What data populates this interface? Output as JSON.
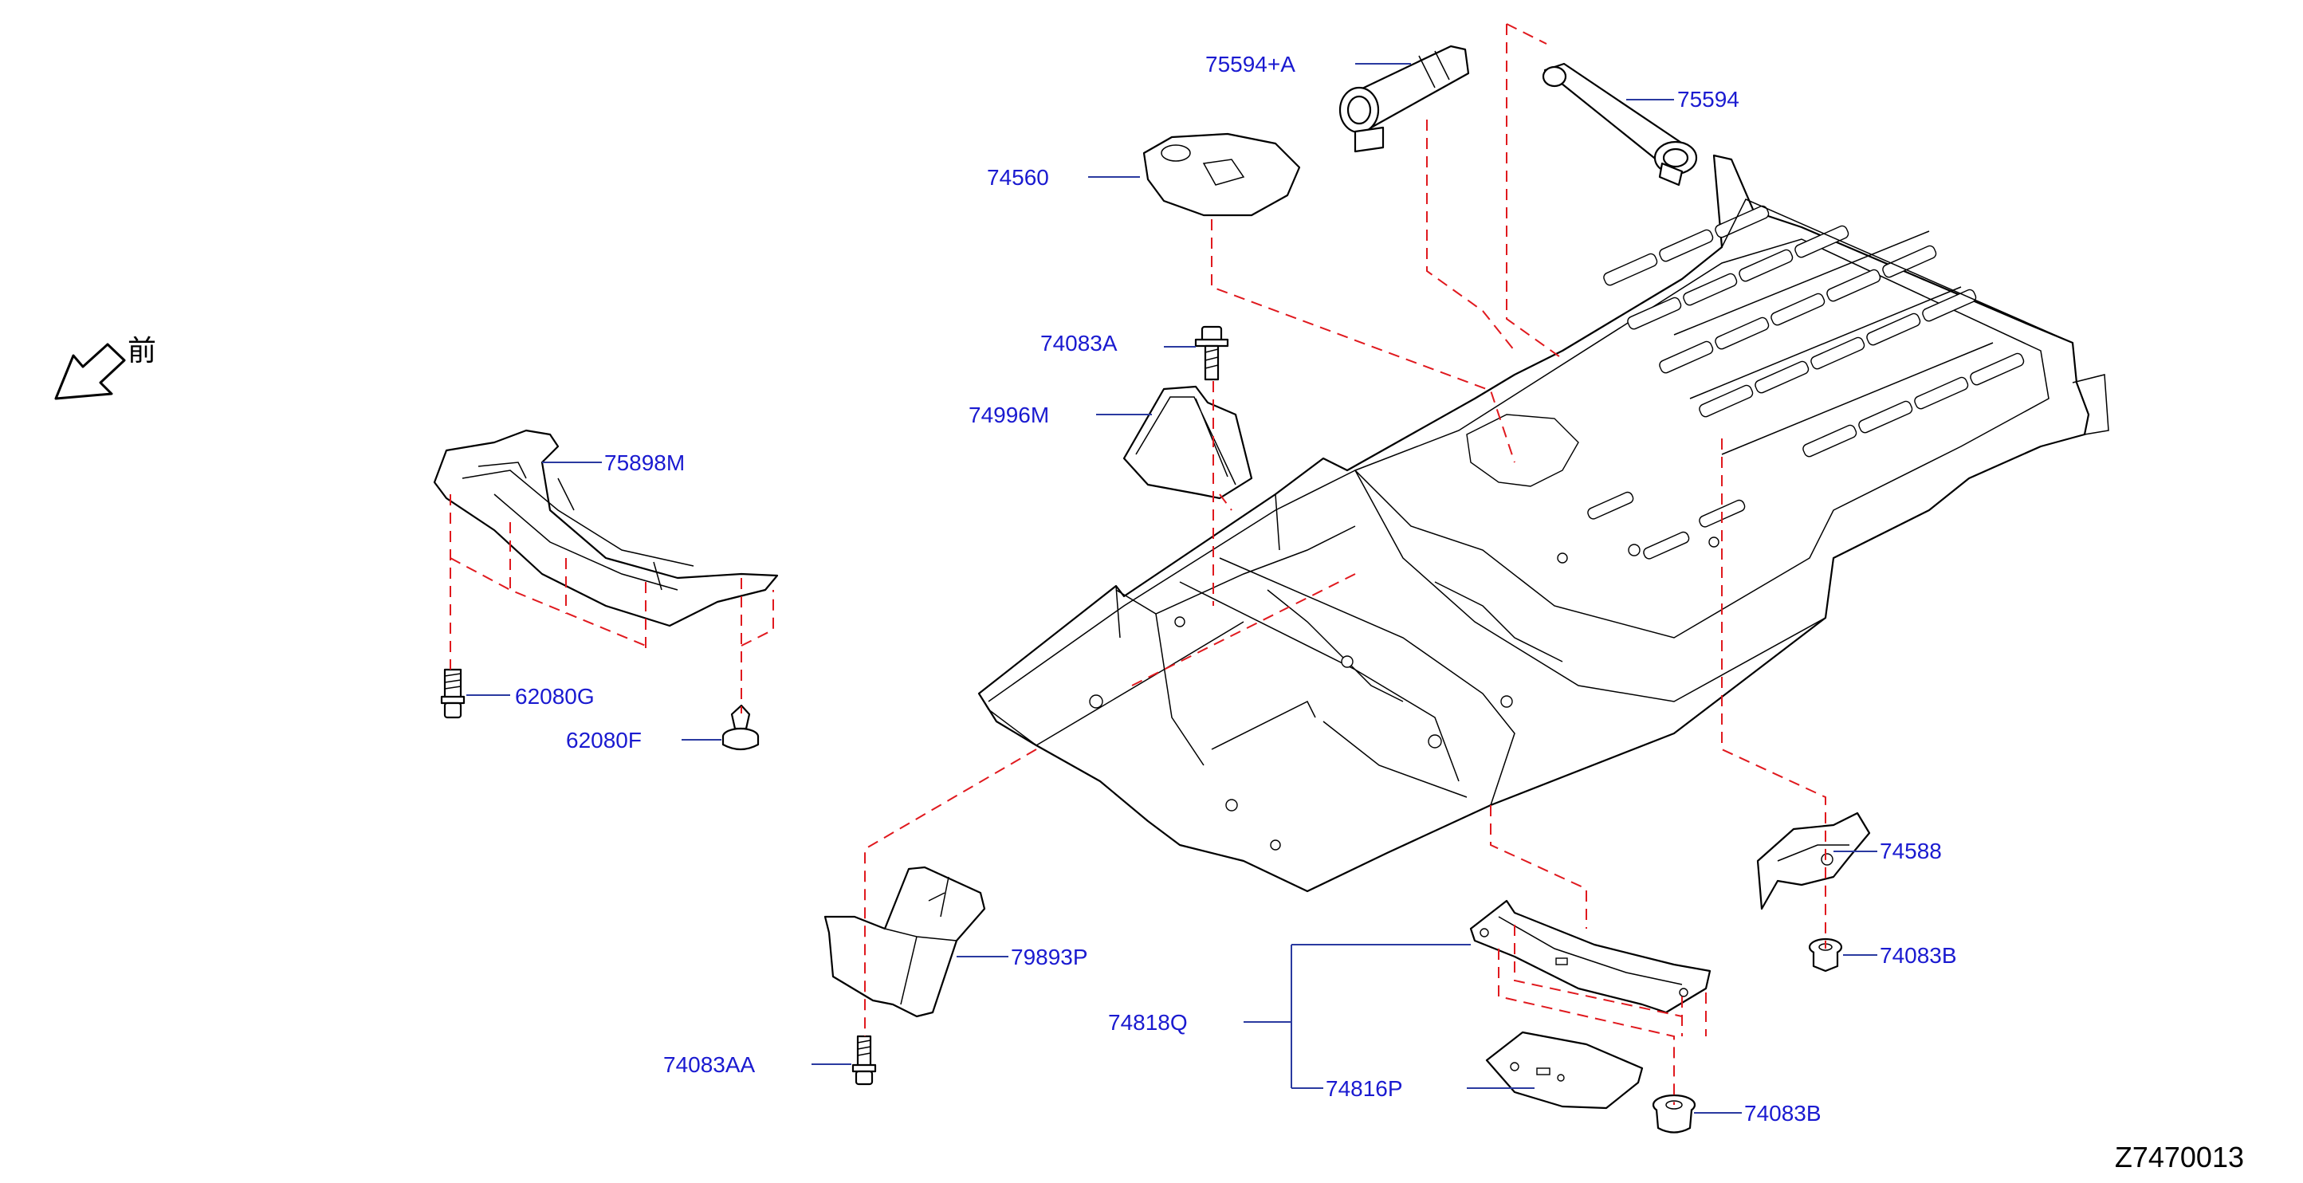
{
  "diagram": {
    "front_marker": "前",
    "figure_code": "Z7470013",
    "colors": {
      "label": "#1a1ad0",
      "leader": "#2a3aa0",
      "dashed_guide": "#e0191e",
      "linework": "#000000"
    },
    "labels": {
      "p75594A": "75594+A",
      "p75594": "75594",
      "p74560": "74560",
      "p74083A": "74083A",
      "p74996M": "74996M",
      "p75898M": "75898M",
      "p62080G": "62080G",
      "p62080F": "62080F",
      "p74588": "74588",
      "p74083B_1": "74083B",
      "p79893P": "79893P",
      "p74818Q": "74818Q",
      "p74083AA": "74083AA",
      "p74816P": "74816P",
      "p74083B_2": "74083B"
    }
  }
}
